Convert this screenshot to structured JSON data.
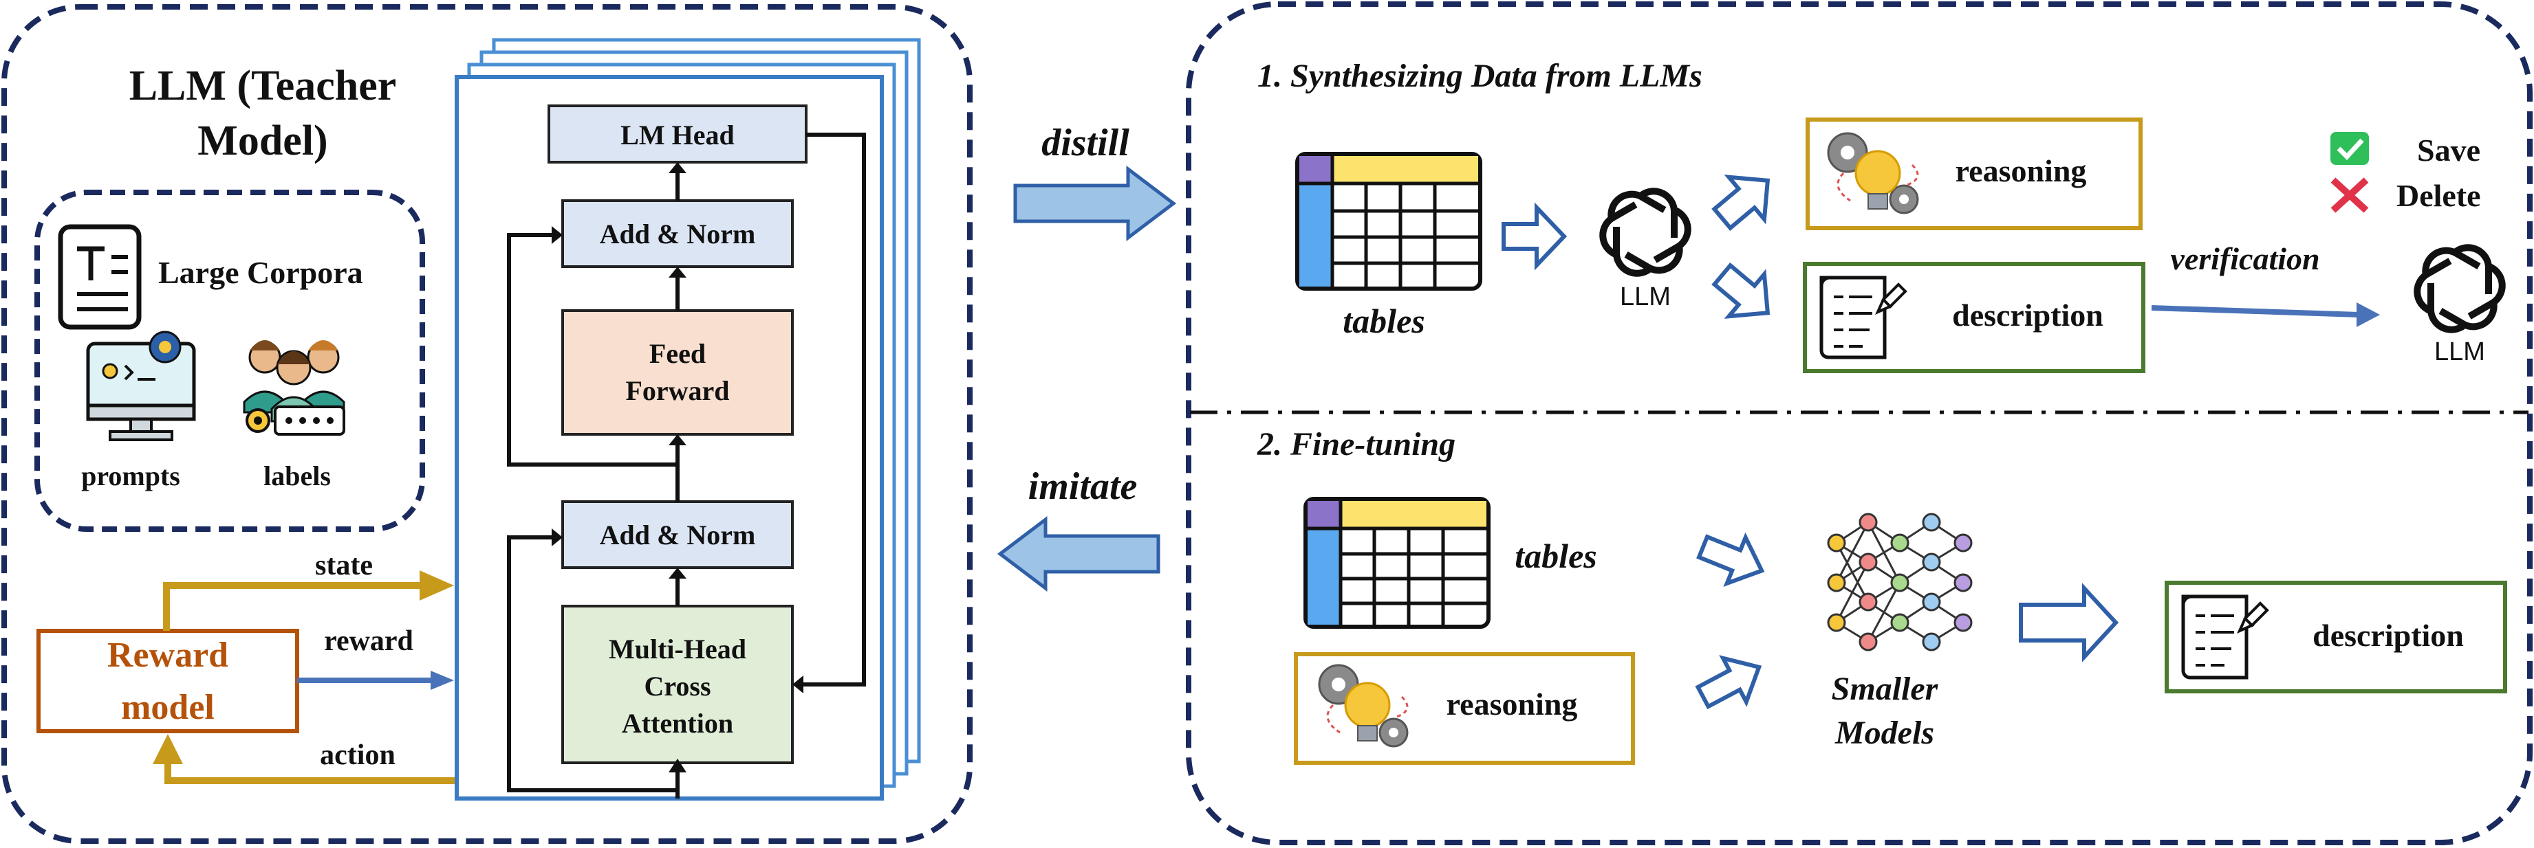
{
  "teacher": {
    "title_line1": "LLM (Teacher",
    "title_line2": "Model)",
    "corpora_label": "Large Corpora",
    "prompts_label": "prompts",
    "labels_label": "labels",
    "reward_line1": "Reward",
    "reward_line2": "model",
    "state_label": "state",
    "reward_label": "reward",
    "action_label": "action"
  },
  "transformer": {
    "lm_head": "LM Head",
    "add_norm_top": "Add & Norm",
    "feed_line1": "Feed",
    "feed_line2": "Forward",
    "add_norm_bottom": "Add & Norm",
    "mhca_line1": "Multi-Head",
    "mhca_line2": "Cross",
    "mhca_line3": "Attention"
  },
  "middle": {
    "distill": "distill",
    "imitate": "imitate"
  },
  "synth": {
    "title": "1. Synthesizing Data from LLMs",
    "tables": "tables",
    "llm": "LLM",
    "reasoning": "reasoning",
    "description": "description",
    "verification": "verification",
    "llm2": "LLM",
    "save": "Save",
    "delete": "Delete"
  },
  "finetune": {
    "title": "2. Fine-tuning",
    "tables": "tables",
    "reasoning": "reasoning",
    "smaller_line1": "Smaller",
    "smaller_line2": "Models",
    "description": "description"
  },
  "colors": {
    "navy": "#1b2a5e",
    "blue_arrow": "#4a72b8",
    "gold": "#c79a1c",
    "green": "#4a7a2e",
    "reward_orange": "#b5520a",
    "lm_head_fill": "#dbe5f4",
    "feed_fill": "#f8dfcf",
    "mhca_fill": "#e0eed8"
  }
}
